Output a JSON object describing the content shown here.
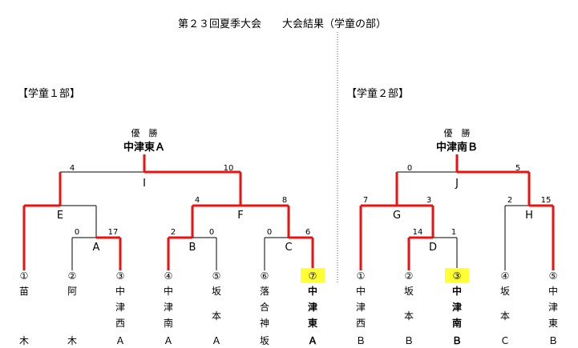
{
  "title": "第２３回夏季大会　　大会結果（学童の部）",
  "brackets": [
    {
      "section": "【学童１部】",
      "champion_label": "優　勝",
      "champion": "中津東Ａ",
      "match_labels": [
        "I",
        "E",
        "F",
        "A",
        "B",
        "C"
      ],
      "scores": [
        "4",
        "10",
        "4",
        "8",
        "0",
        "17",
        "2",
        "0",
        "0",
        "6"
      ],
      "teams": [
        {
          "num": "①",
          "chars": [
            "苗"
          ],
          "sub": "木",
          "bold": false,
          "hl": false
        },
        {
          "num": "②",
          "chars": [
            "阿"
          ],
          "sub": "木",
          "bold": false,
          "hl": false
        },
        {
          "num": "③",
          "chars": [
            "中",
            "津",
            "西"
          ],
          "sub": "Ａ",
          "bold": false,
          "hl": false
        },
        {
          "num": "④",
          "chars": [
            "中",
            "津",
            "南"
          ],
          "sub": "Ａ",
          "bold": false,
          "hl": false
        },
        {
          "num": "⑤",
          "chars": [
            "坂",
            "本"
          ],
          "sub": "Ａ",
          "bold": false,
          "hl": false
        },
        {
          "num": "⑥",
          "chars": [
            "落",
            "合",
            "神"
          ],
          "sub": "坂",
          "bold": false,
          "hl": false
        },
        {
          "num": "⑦",
          "chars": [
            "中",
            "津",
            "東"
          ],
          "sub": "Ａ",
          "bold": true,
          "hl": true
        }
      ]
    },
    {
      "section": "【学童２部】",
      "champion_label": "優　勝",
      "champion": "中津南Ｂ",
      "match_labels": [
        "J",
        "G",
        "H",
        "D"
      ],
      "scores": [
        "0",
        "5",
        "7",
        "3",
        "2",
        "15",
        "14",
        "1"
      ],
      "teams": [
        {
          "num": "①",
          "chars": [
            "中",
            "津",
            "西"
          ],
          "sub": "Ｂ",
          "bold": false,
          "hl": false
        },
        {
          "num": "②",
          "chars": [
            "坂",
            "本"
          ],
          "sub": "Ｂ",
          "bold": false,
          "hl": false
        },
        {
          "num": "③",
          "chars": [
            "中",
            "津",
            "南"
          ],
          "sub": "Ｂ",
          "bold": true,
          "hl": true
        },
        {
          "num": "④",
          "chars": [
            "坂",
            "本"
          ],
          "sub": "Ｃ",
          "bold": false,
          "hl": false
        },
        {
          "num": "⑤",
          "chars": [
            "中",
            "津",
            "東"
          ],
          "sub": "Ｂ",
          "bold": false,
          "hl": false
        }
      ]
    }
  ]
}
